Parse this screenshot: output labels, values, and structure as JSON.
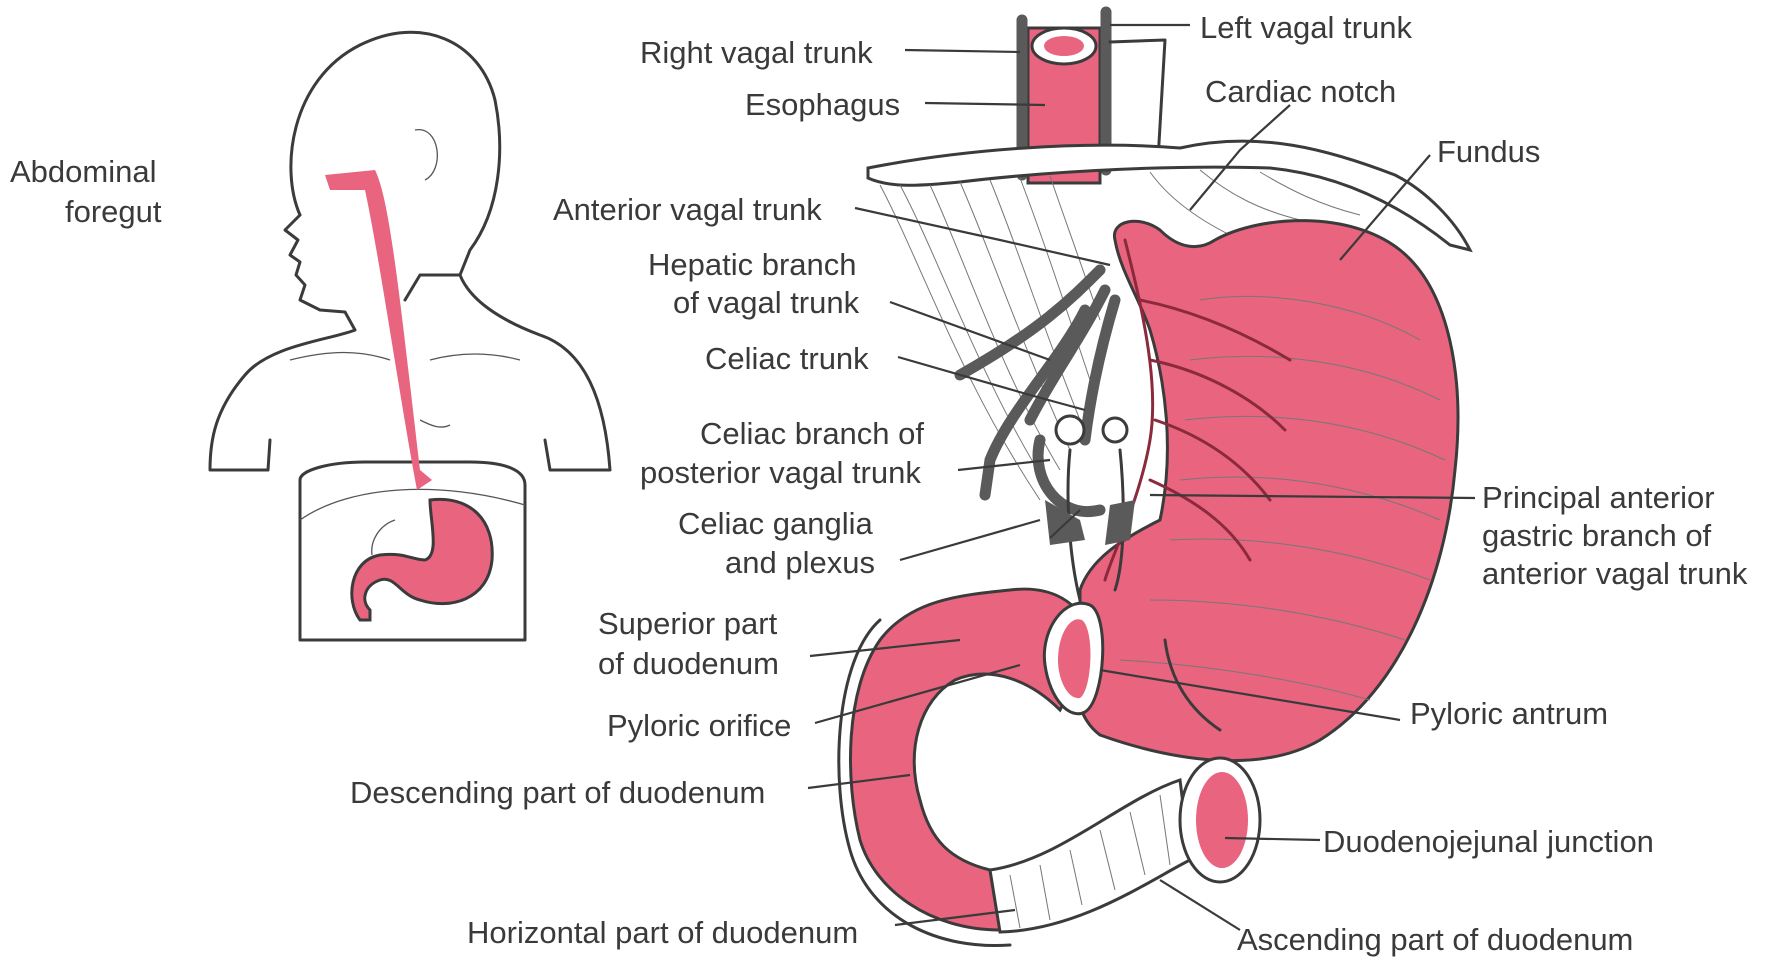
{
  "labels": {
    "abdominal_foregut_1": "Abdominal",
    "abdominal_foregut_2": "foregut",
    "right_vagal_trunk": "Right vagal trunk",
    "left_vagal_trunk": "Left vagal trunk",
    "esophagus": "Esophagus",
    "cardiac_notch": "Cardiac notch",
    "fundus": "Fundus",
    "anterior_vagal_trunk": "Anterior vagal trunk",
    "hepatic_branch_1": "Hepatic branch",
    "hepatic_branch_2": "of vagal trunk",
    "celiac_trunk": "Celiac trunk",
    "celiac_branch_1": "Celiac branch of",
    "celiac_branch_2": "posterior vagal trunk",
    "celiac_ganglia_1": "Celiac ganglia",
    "celiac_ganglia_2": "and plexus",
    "principal_anterior_1": "Principal anterior",
    "principal_anterior_2": "gastric branch of",
    "principal_anterior_3": "anterior vagal trunk",
    "superior_duodenum_1": "Superior part",
    "superior_duodenum_2": "of duodenum",
    "pyloric_orifice": "Pyloric orifice",
    "pyloric_antrum": "Pyloric antrum",
    "descending_duodenum": "Descending part of duodenum",
    "duodenojejunal_junction": "Duodenojejunal junction",
    "horizontal_duodenum": "Horizontal part of duodenum",
    "ascending_duodenum": "Ascending part of duodenum"
  },
  "colors": {
    "organ": "#e8647f",
    "outline": "#3b3b3b",
    "text": "#3a3a3a"
  }
}
